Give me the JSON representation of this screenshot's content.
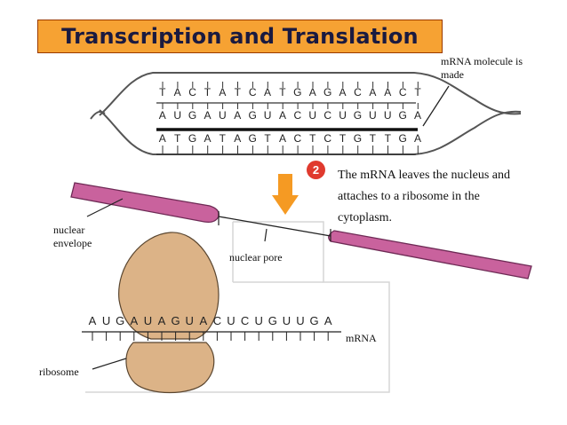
{
  "title": "Transcription and Translation",
  "colors": {
    "title_bg": "#f6a233",
    "envelope": "#c9629d",
    "ribosome": "#dcb387",
    "ribosome_edge": "#5a4630",
    "arrow": "#f59a23",
    "step_badge": "#e03a2e",
    "strand": "#222222"
  },
  "dna": {
    "top_strand": [
      "T",
      "A",
      "C",
      "T",
      "A",
      "T",
      "C",
      "A",
      "T",
      "G",
      "A",
      "G",
      "A",
      "C",
      "A",
      "A",
      "C",
      "T"
    ],
    "mrna_strand": [
      "A",
      "U",
      "G",
      "A",
      "U",
      "A",
      "G",
      "U",
      "A",
      "C",
      "U",
      "C",
      "U",
      "G",
      "U",
      "U",
      "G",
      "A"
    ],
    "bottom_strand": [
      "A",
      "T",
      "G",
      "A",
      "T",
      "A",
      "G",
      "T",
      "A",
      "C",
      "T",
      "C",
      "T",
      "G",
      "T",
      "T",
      "G",
      "A"
    ]
  },
  "mrna_lower": [
    "A",
    "U",
    "G",
    "A",
    "U",
    "A",
    "G",
    "U",
    "A",
    "C",
    "U",
    "C",
    "U",
    "G",
    "U",
    "U",
    "G",
    "A"
  ],
  "labels": {
    "mrna_made_1": "mRNA molecule is",
    "mrna_made_2": "made",
    "step_number": "2",
    "caption": "The mRNA leaves the nucleus and attaches to a ribosome in the cytoplasm.",
    "nuclear_envelope_1": "nuclear",
    "nuclear_envelope_2": "envelope",
    "nuclear_pore": "nuclear pore",
    "mrna": "mRNA",
    "ribosome": "ribosome"
  },
  "icons": {
    "step_arrow": "down-arrow-icon",
    "step_badge": "numbered-circle-icon"
  }
}
